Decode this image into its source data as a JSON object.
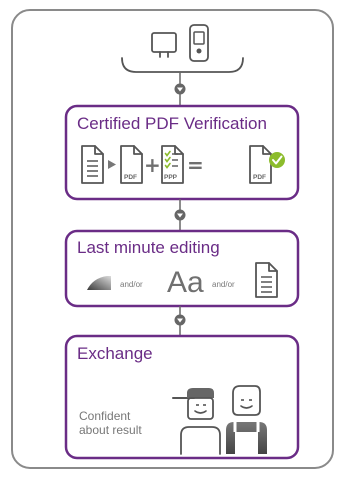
{
  "sections": {
    "verification": {
      "title": "Certified PDF Verification",
      "doc_label_1": "PDF",
      "doc_label_2": "PPP",
      "doc_label_3": "PDF",
      "plus": "+",
      "equals": "="
    },
    "editing": {
      "title": "Last minute editing",
      "and_or_1": "and/or",
      "glyph": "Aa",
      "and_or_2": "and/or"
    },
    "exchange": {
      "title": "Exchange",
      "caption_line_1": "Confident",
      "caption_line_2": "about result"
    }
  },
  "colors": {
    "accent": "#6a2c86",
    "frame": "#8a8a8a",
    "icon": "#555555",
    "connector": "#666666",
    "check": "#8cbc2c"
  }
}
